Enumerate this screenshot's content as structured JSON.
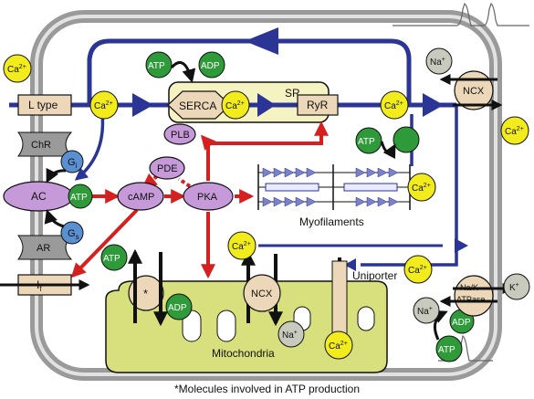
{
  "labels": {
    "ca": "Ca",
    "plus": "2+",
    "na": "Na",
    "k": "K",
    "ion_plus": "+",
    "atp": "ATP",
    "adp": "ADP",
    "l_type": "L type",
    "serca": "SERCA",
    "sr": "SR",
    "ryr": "RyR",
    "ncx": "NCX",
    "plb": "PLB",
    "pde": "PDE",
    "camp": "cAMP",
    "pka": "PKA",
    "ac": "AC",
    "chr": "ChR",
    "ar": "AR",
    "gi_main": "G",
    "gi_sub": "i",
    "gs_main": "G",
    "gs_sub": "s",
    "if_main": "I",
    "if_sub": "f",
    "myofilaments": "Myofilaments",
    "mitochondria": "Mitochondria",
    "uniporter": "Uniporter",
    "nak_line1": "Na/K",
    "nak_line2": "ATPase",
    "star": "*"
  },
  "footnote": "*Molecules involved in ATP production",
  "colors": {
    "blue": "#2b3595",
    "red": "#d61f1f",
    "calcium": "#f3ec1c",
    "atp_green": "#2f9a3a",
    "purple": "#c69ad9",
    "tan": "#ecd8b8",
    "sr_fill": "#f6f3c2",
    "mito_fill": "#d7e07c",
    "membrane": "#9a9a9a"
  }
}
